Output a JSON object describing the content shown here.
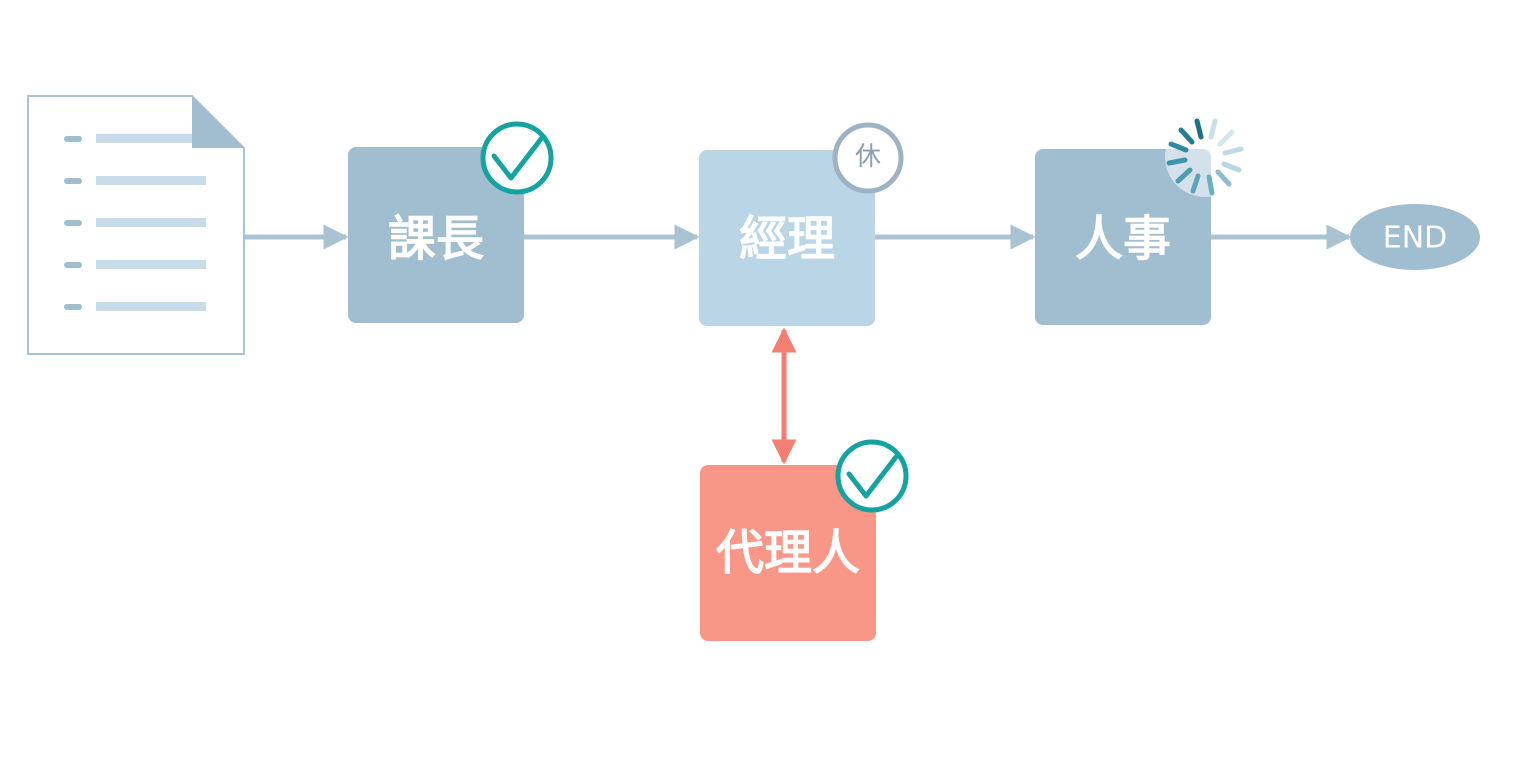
{
  "nodes": {
    "section_chief": {
      "label": "課長",
      "status": "approved"
    },
    "manager": {
      "label": "經理",
      "status": "on-leave",
      "badge": "休"
    },
    "hr": {
      "label": "人事",
      "status": "in-progress"
    },
    "deputy": {
      "label": "代理人",
      "status": "approved"
    },
    "end": {
      "label": "END"
    }
  },
  "colors": {
    "node_dark": "#a1bdd0",
    "node_light": "#b9d5e6",
    "node_deputy": "#f89788",
    "connector": "#a9c3d3",
    "deputy_connector": "#f27f70",
    "check": "#14a3a1",
    "leave_badge": "#9db2c4",
    "spinner": "#2c8fa4"
  },
  "icons": {
    "document": "document-icon",
    "approved": "checkmark-circle-icon",
    "on_leave": "leave-badge-icon",
    "in_progress": "loading-spinner-icon"
  }
}
